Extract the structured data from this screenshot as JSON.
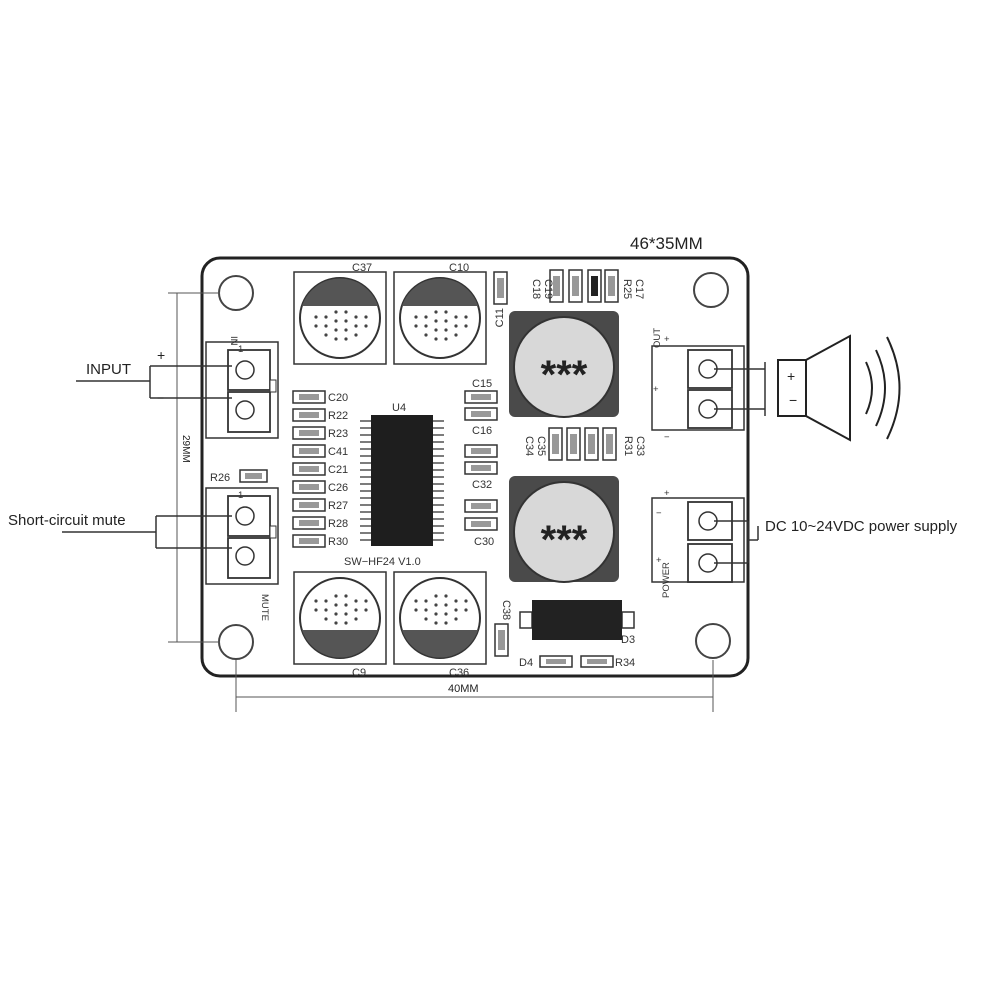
{
  "board": {
    "size_label": "46*35MM",
    "width_label": "40MM",
    "height_label": "29MM",
    "version_label": "SW−HF24 V1.0",
    "ic_label": "U4"
  },
  "annotations": {
    "input": "INPUT",
    "mute": "Short-circuit mute",
    "power": "DC 10~24VDC power supply"
  },
  "silkscreen": {
    "out": "OUT",
    "power": "POWER",
    "mute": "MUTE",
    "in": "IN",
    "plus": "+",
    "minus": "−",
    "stars": "***",
    "pin1": "1"
  },
  "components": {
    "caps_big": [
      "C37",
      "C10",
      "C9",
      "C36"
    ],
    "left_column": [
      "C20",
      "R22",
      "R23",
      "C41",
      "C21",
      "C26",
      "R27",
      "R28",
      "R30"
    ],
    "right_column": [
      "C15",
      "C16",
      "C32",
      "C30"
    ],
    "top_row": [
      "C18",
      "C19",
      "R25",
      "C17"
    ],
    "mid_row": [
      "C34",
      "C35",
      "R31",
      "C33"
    ],
    "misc": {
      "r26": "R26",
      "c11": "C11",
      "c38": "C38",
      "d3": "D3",
      "d4": "D4",
      "r34": "R34"
    }
  }
}
